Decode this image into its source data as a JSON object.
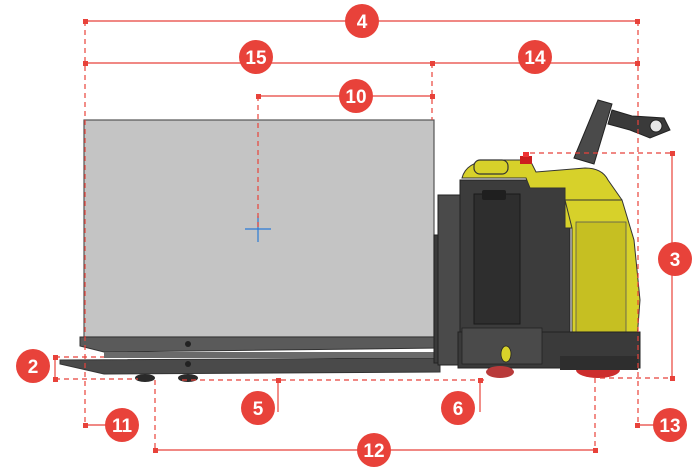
{
  "colors": {
    "dimension": "#e8423a",
    "badge": "#e8423a",
    "badge_text": "#ffffff",
    "load_fill": "#c4c4c4",
    "load_stroke": "#555555",
    "truck_body": "#d7d12a",
    "truck_dark": "#3c3c3c",
    "fork": "#4a4a4a",
    "center_mark": "#2b7bd6"
  },
  "icons": {
    "center_mark": "crosshair-icon",
    "emergency_button": "red-stop-button-icon"
  },
  "badges": {
    "b4": "4",
    "b15": "15",
    "b14": "14",
    "b10": "10",
    "b3": "3",
    "b2": "2",
    "b5": "5",
    "b6": "6",
    "b11": "11",
    "b12": "12",
    "b13": "13"
  }
}
